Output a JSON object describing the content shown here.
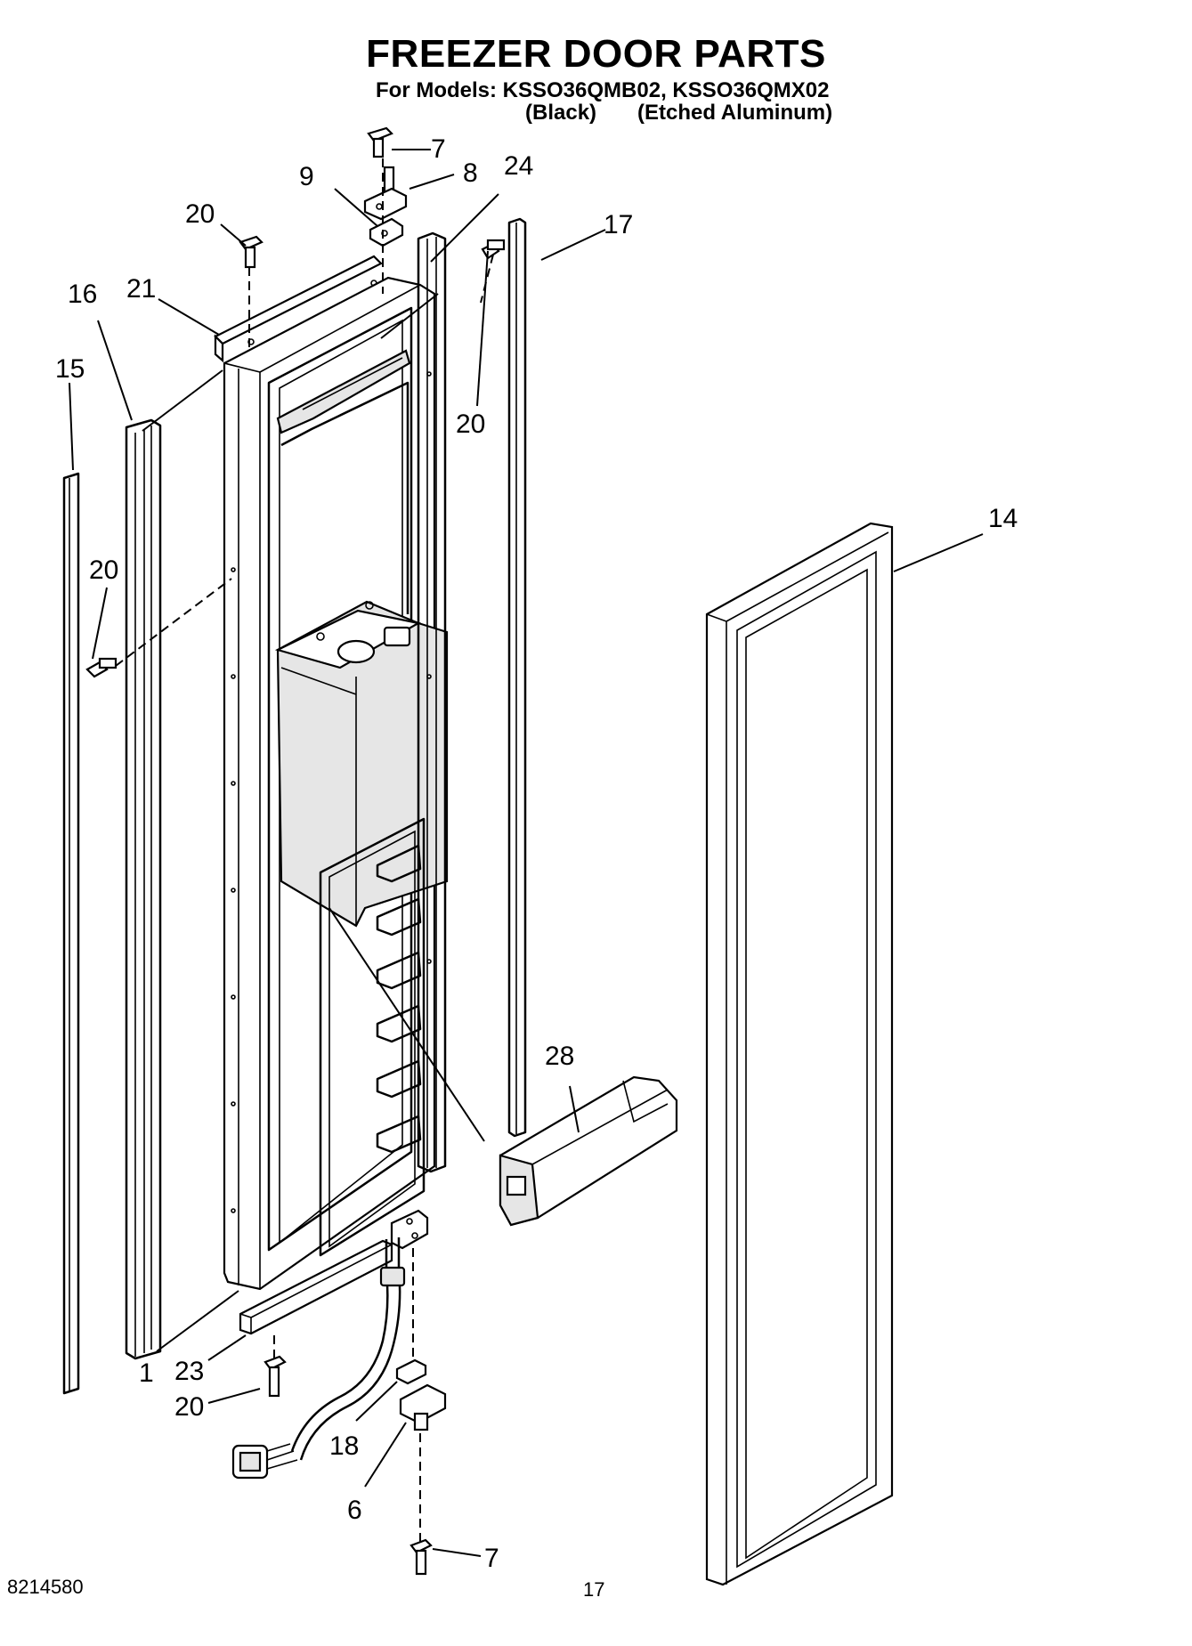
{
  "header": {
    "title": "FREEZER DOOR PARTS",
    "models_line": "For Models: KSSO36QMB02, KSSO36QMX02",
    "variant_black": "(Black)",
    "variant_aluminum": "(Etched Aluminum)"
  },
  "callouts": {
    "c7_top": "7",
    "c8": "8",
    "c9": "9",
    "c24": "24",
    "c17": "17",
    "c20_top_left": "20",
    "c21": "21",
    "c16": "16",
    "c15": "15",
    "c20_right": "20",
    "c20_left": "20",
    "c14": "14",
    "c28": "28",
    "c1": "1",
    "c23": "23",
    "c20_bottom": "20",
    "c18": "18",
    "c6": "6",
    "c7_bottom": "7"
  },
  "footer": {
    "document_number": "8214580",
    "page_number": "17"
  }
}
